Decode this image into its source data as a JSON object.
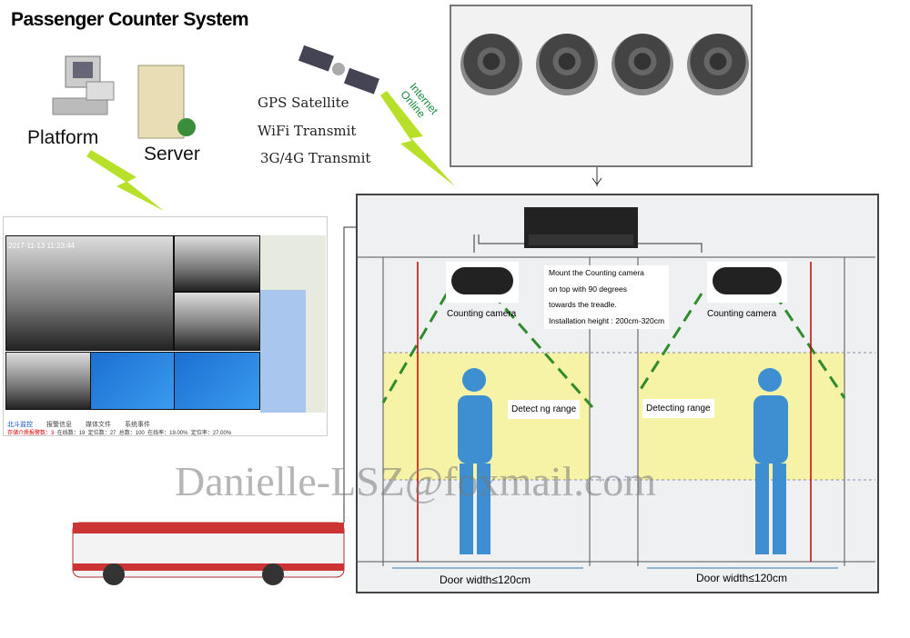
{
  "title": "Passenger Counter System",
  "platform_label": "Platform",
  "server_label": "Server",
  "transmit": [
    "GPS Satellite",
    "WiFi Transmit",
    "3G/4G Transmit"
  ],
  "internet": [
    "Internet",
    "Online"
  ],
  "software": {
    "timestamp": "2017-11-13 11:23:44",
    "tabs": [
      "北斗监控",
      "报警信息",
      "媒体文件",
      "系统事件"
    ],
    "status": [
      "存储介质报警数：3",
      "在线数：19",
      "定位数：27",
      "总数：100",
      "在线率：19.00%",
      "定位率：27.00%"
    ]
  },
  "note": [
    "Mount the Counting camera",
    "on top with 90 degrees",
    "towards the treadle.",
    "Installation height : 200cm-320cm"
  ],
  "counting_camera": "Counting camera",
  "detecting_left": "Detect ng range",
  "detecting_right": "Detecting range",
  "door_width": "Door width≤120cm",
  "watermark": "Danielle-LSZ@foxmail.com",
  "colors": {
    "zone": "#f7f3a6",
    "dash": "#2e8b2e",
    "arrow": "#c00000",
    "bolt": "#b8e02a"
  }
}
